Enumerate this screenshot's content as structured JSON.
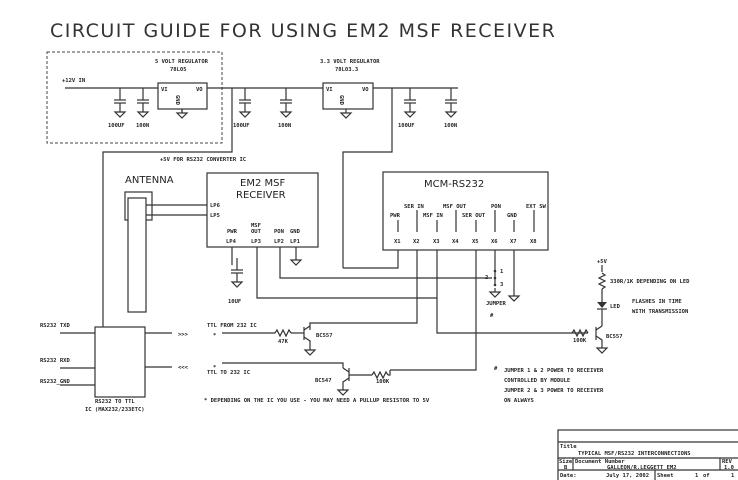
{
  "title": "CIRCUIT GUIDE FOR USING EM2 MSF RECEIVER",
  "power": {
    "input": "+12V IN",
    "reg1": {
      "name": "5 VOLT REGULATOR",
      "part": "78L05",
      "vi": "VI",
      "vo": "VO",
      "gnd": "GND"
    },
    "reg2": {
      "name": "3.3 VOLT REGULATOR",
      "part": "78L03.3",
      "vi": "VI",
      "vo": "VO",
      "gnd": "GND"
    },
    "caps": [
      "100UF",
      "100N",
      "100UF",
      "100N",
      "100UF",
      "100N"
    ],
    "rs232_supply": "+5V FOR RS232 CONVERTER IC"
  },
  "antenna": "ANTENNA",
  "receiver": {
    "title1": "EM2 MSF",
    "title2": "RECEIVER",
    "lp6": "LP6",
    "lp5": "LP5",
    "pins": [
      {
        "fn": "PWR",
        "pin": "LP4"
      },
      {
        "fn": "MSF\nOUT",
        "fn1": "MSF",
        "fn2": "OUT",
        "pin": "LP3"
      },
      {
        "fn": "PON",
        "pin": "LP2"
      },
      {
        "fn": "GND",
        "pin": "LP1"
      }
    ],
    "cap": "10UF"
  },
  "module": {
    "title": "MCM-RS232",
    "pins": [
      {
        "fn": "PWR",
        "pin": "X1"
      },
      {
        "fn": "SER IN",
        "pin": "X2"
      },
      {
        "fn": "MSF IN",
        "pin": "X3"
      },
      {
        "fn": "MSF OUT",
        "pin": "X4"
      },
      {
        "fn": "SER OUT",
        "pin": "X5"
      },
      {
        "fn": "PON",
        "pin": "X6"
      },
      {
        "fn": "GND",
        "pin": "X7"
      },
      {
        "fn": "EXT SW",
        "pin": "X8"
      }
    ]
  },
  "jumper": {
    "label": "JUMPER",
    "mark": "#",
    "p1": "1",
    "p2": "2",
    "p3": "3"
  },
  "led": {
    "supply": "+5V",
    "resistor": "330R/1K DEPENDING ON LED",
    "led": "LED",
    "note1": "FLASHES IN TIME",
    "note2": "WITH TRANSMISSION",
    "r": "100K",
    "q": "BC557"
  },
  "rs232": {
    "txd": "RS232 TXD",
    "rxd": "RS232 RXD",
    "gnd": "RS232_GND",
    "box1": "RS232 TO TTL",
    "box2": "IC (MAX232/233ETC)",
    "out_arrow": ">>>",
    "in_arrow": "<<<",
    "star": "*",
    "ttl_from": "TTL FROM 232 IC",
    "ttl_to": "TTL TO 232 IC",
    "r1": "47K",
    "q1": "BC557",
    "r2": "100K",
    "q2": "BC547"
  },
  "footnote": "* DEPENDING ON THE IC YOU USE - YOU MAY NEED A PULLUP RESISTOR TO 5V",
  "jumper_notes": {
    "mark": "#",
    "l1": "JUMPER 1 & 2 POWER TO RECEIVER",
    "l2": "CONTROLLED BY MODULE",
    "l3": "JUMPER 2 & 3 POWER TO RECEIVER",
    "l4": "ON ALWAYS"
  },
  "title_block": {
    "title_label": "Title",
    "title": "TYPICAL MSF/RS232 INTERCONNECTIONS",
    "size_label": "Size",
    "size": "B",
    "doc_label": "Document Number",
    "doc": "GALLEON/R.LEGGETT EM2",
    "rev_label": "REV",
    "rev": "1.0",
    "date_label": "Date:",
    "date": "July 17, 2002",
    "sheet_label": "Sheet",
    "sheet": "1",
    "of": "of",
    "total": "1"
  }
}
